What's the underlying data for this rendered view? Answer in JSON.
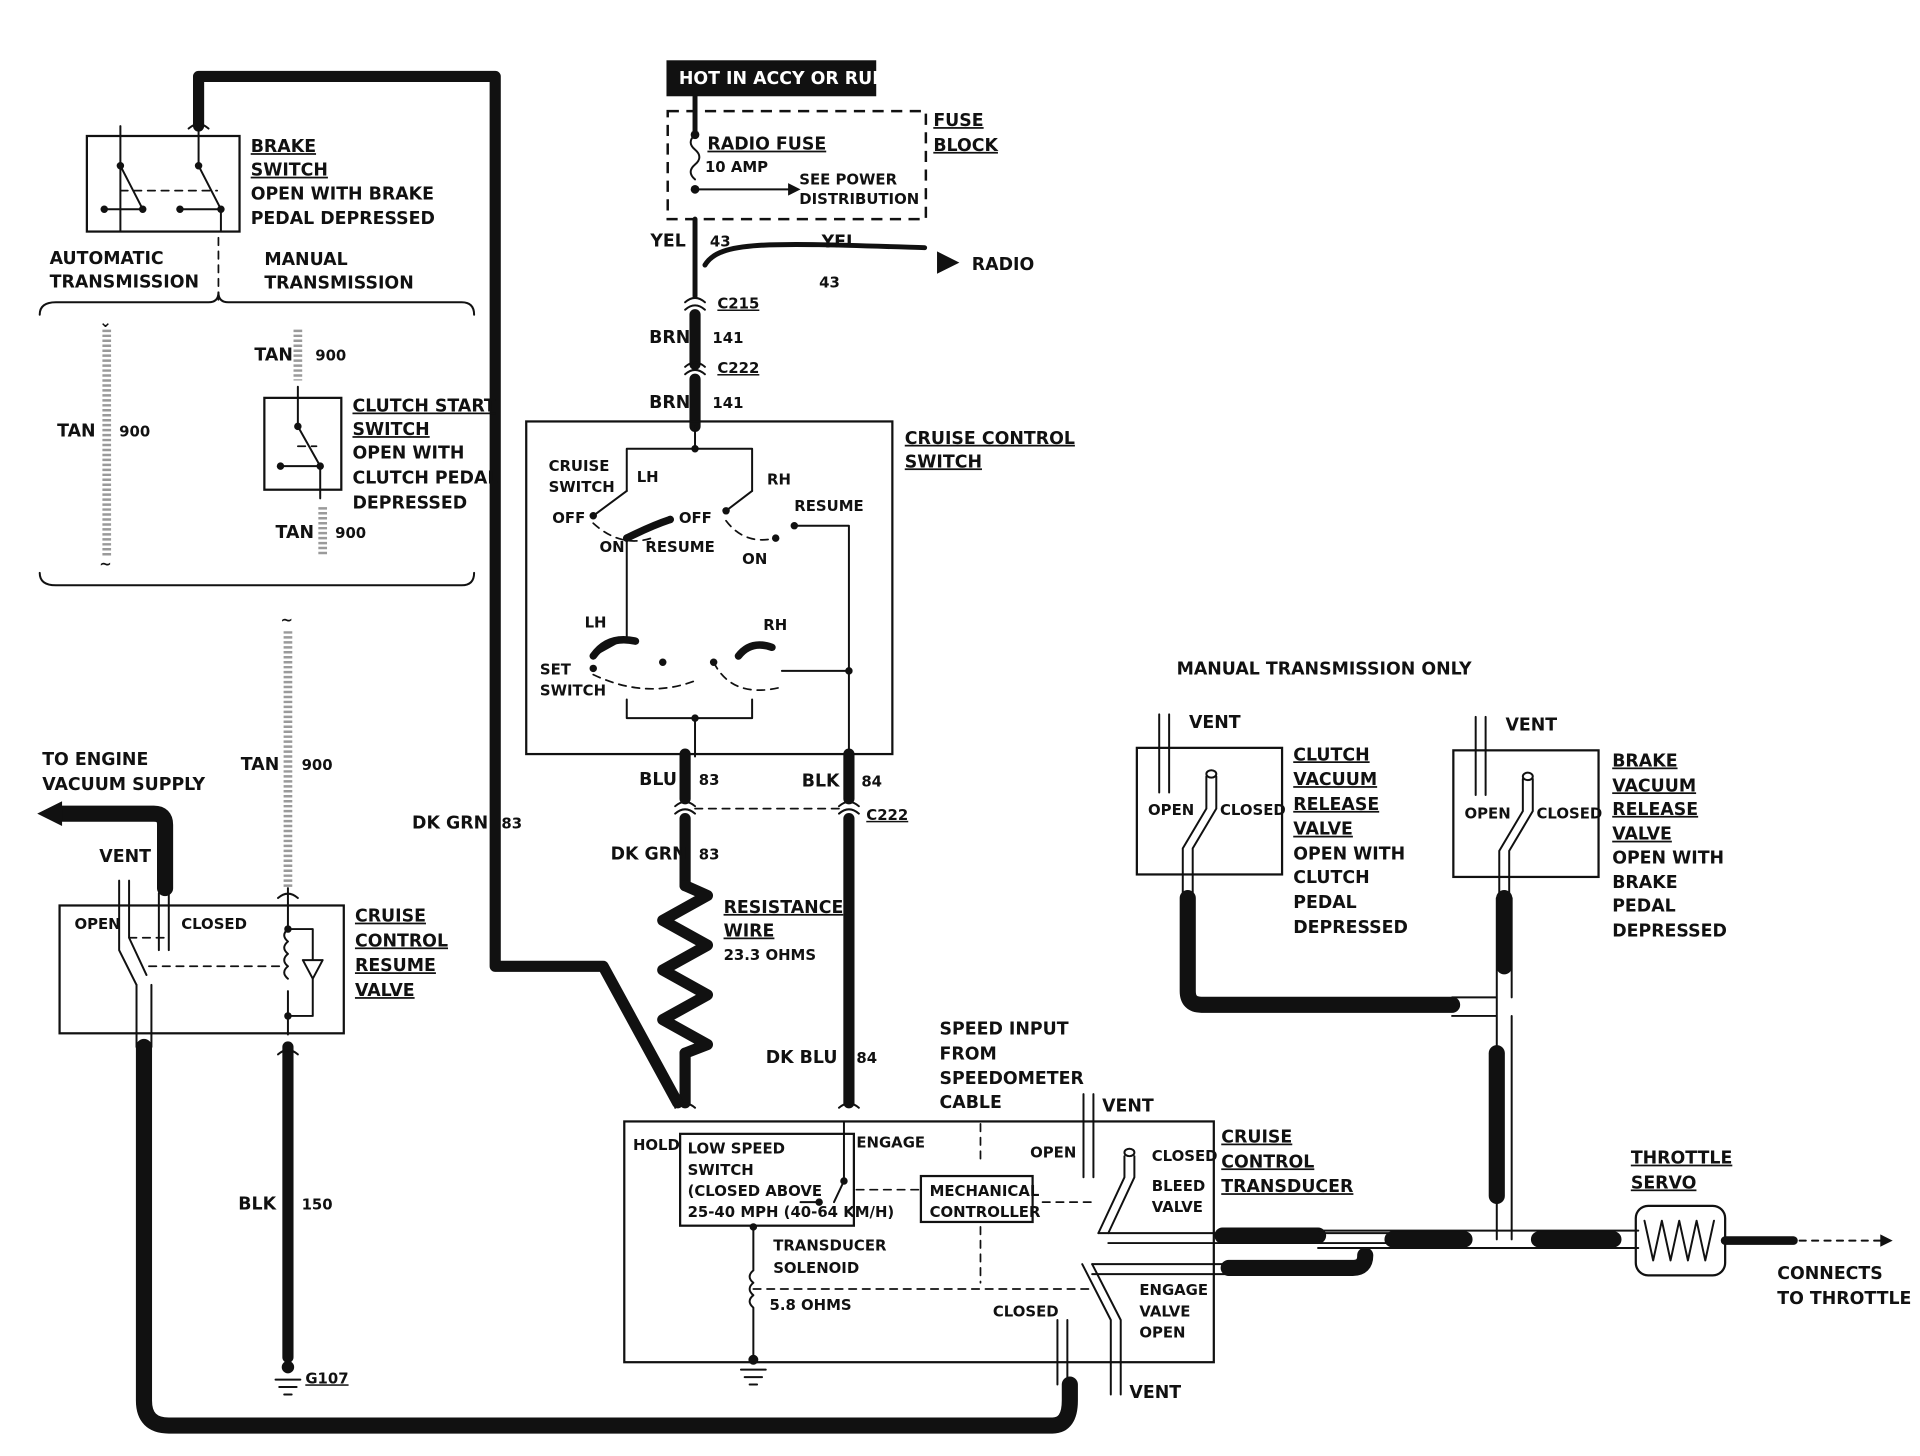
{
  "labels": {
    "hot": "HOT IN ACCY OR RUN",
    "radio_fuse": "RADIO FUSE",
    "fuse_amp": "10 AMP",
    "see_power": "SEE POWER",
    "distribution": "DISTRIBUTION",
    "fuse": "FUSE",
    "block": "BLOCK",
    "yel": "YEL",
    "n43": "43",
    "radio": "RADIO",
    "c215": "C215",
    "c222": "C222",
    "brn": "BRN",
    "n141": "141",
    "brake": "BRAKE",
    "switch": "SWITCH",
    "open_with_brake": "OPEN WITH BRAKE",
    "pedal_depressed": "PEDAL DEPRESSED",
    "automatic": "AUTOMATIC",
    "manual": "MANUAL",
    "transmission": "TRANSMISSION",
    "tan": "TAN",
    "n900": "900",
    "clutch_start": "CLUTCH START",
    "open_with": "OPEN WITH",
    "clutch_pedal": "CLUTCH PEDAL",
    "depressed": "DEPRESSED",
    "cruise_control": "CRUISE CONTROL",
    "cruise": "CRUISE",
    "control": "CONTROL",
    "lh": "LH",
    "rh": "RH",
    "off": "OFF",
    "on": "ON",
    "resume_lc": "RESUME",
    "set": "SET",
    "blu": "BLU",
    "n83": "83",
    "blk": "BLK",
    "n84": "84",
    "dk_grn": "DK GRN",
    "dk_blu": "DK BLU",
    "resistance": "RESISTANCE",
    "wire": "WIRE",
    "ohms_233": "23.3 OHMS",
    "to_engine": "TO ENGINE",
    "vacuum_supply": "VACUUM SUPPLY",
    "vent": "VENT",
    "open": "OPEN",
    "closed": "CLOSED",
    "resume": "RESUME",
    "valve": "VALVE",
    "n150": "150",
    "g107": "G107",
    "speed_input": "SPEED INPUT",
    "from": "FROM",
    "speedometer": "SPEEDOMETER",
    "cable": "CABLE",
    "hold": "HOLD",
    "low_speed": "LOW SPEED",
    "closed_above": "(CLOSED ABOVE",
    "mph": "25-40 MPH (40-64 KM/H)",
    "engage": "ENGAGE",
    "mechanical": "MECHANICAL",
    "controller": "CONTROLLER",
    "transducer": "TRANSDUCER",
    "solenoid": "SOLENOID",
    "ohms_58": "5.8 OHMS",
    "bleed": "BLEED",
    "manual_only": "MANUAL TRANSMISSION ONLY",
    "clutch": "CLUTCH",
    "vacuum": "VACUUM",
    "release": "RELEASE",
    "pedal": "PEDAL",
    "throttle": "THROTTLE",
    "servo": "SERVO",
    "connects": "CONNECTS",
    "to_throttle": "TO THROTTLE"
  }
}
